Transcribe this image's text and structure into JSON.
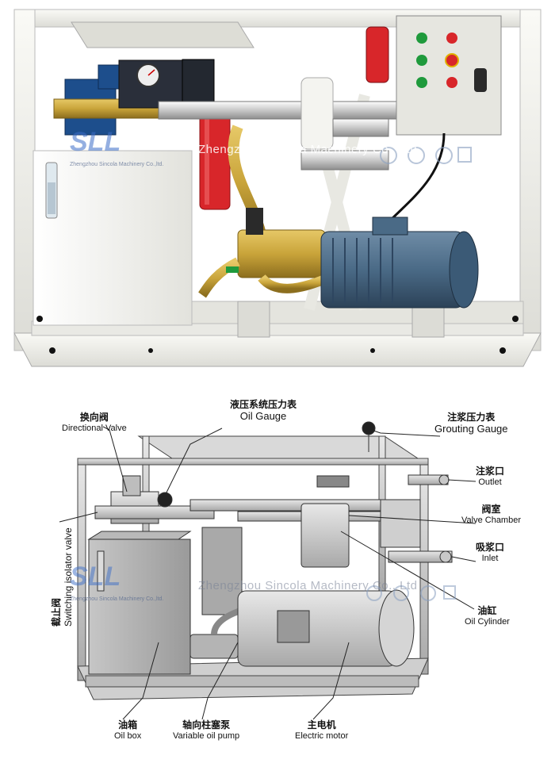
{
  "photo": {
    "watermark": "Zhengzhou Sincola Machinery Co., Ltd",
    "logo": "SLL",
    "logo_sub": "Zhengzhou Sincola Machinery Co.,ltd."
  },
  "drawing": {
    "watermark": "Zhengzhou Sincola Machinery Co., Ltd",
    "logo": "SLL",
    "logo_sub": "Zhengzhou Sincola Machinery Co.,ltd.",
    "labels": {
      "directional_valve": {
        "zh": "换向阀",
        "en": "Directional Valve"
      },
      "oil_gauge": {
        "zh": "液压系统压力表",
        "en": "Oil Gauge"
      },
      "grouting_gauge": {
        "zh": "注浆压力表",
        "en": "Grouting Gauge"
      },
      "switching_valve": {
        "zh": "截止阀",
        "en": "Switching isolator valve"
      },
      "outlet": {
        "zh": "注浆口",
        "en": "Outlet"
      },
      "valve_chamber": {
        "zh": "阀室",
        "en": "Valve Chamber"
      },
      "inlet": {
        "zh": "吸浆口",
        "en": "Inlet"
      },
      "oil_cylinder": {
        "zh": "油缸",
        "en": "Oil Cylinder"
      },
      "oil_box": {
        "zh": "油箱",
        "en": "Oil box"
      },
      "variable_pump": {
        "zh": "轴向柱塞泵",
        "en": "Variable oil pump"
      },
      "electric_motor": {
        "zh": "主电机",
        "en": "Electric motor"
      }
    }
  },
  "colors": {
    "frame_white": "#f2f2ee",
    "motor_blue": "#4a6a86",
    "brass": "#c9a43a",
    "filter_red": "#d8262a",
    "control_box": "#e6e6e0",
    "line_gray": "#555555"
  }
}
